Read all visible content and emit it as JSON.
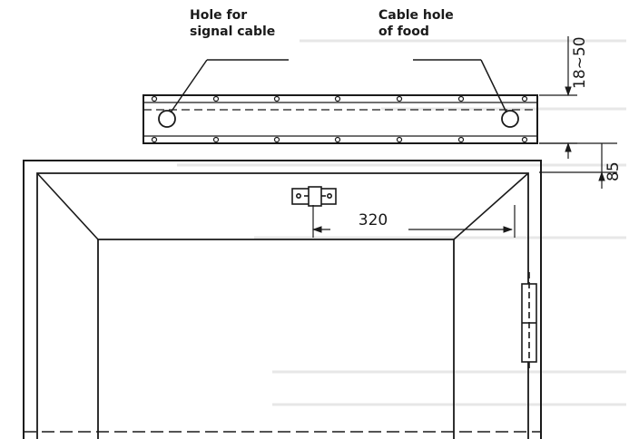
{
  "callouts": {
    "signal_hole_line1": "Hole for",
    "signal_hole_line2": "signal cable",
    "food_hole_line1": "Cable hole",
    "food_hole_line2": "of food"
  },
  "dimensions": {
    "strip_offset": "18~50",
    "strip_to_frame": "85",
    "bracket_offset": "320"
  },
  "colors": {
    "line": "#1a1a1a",
    "background": "#ffffff",
    "bleed_through": "#c9c9c9"
  }
}
